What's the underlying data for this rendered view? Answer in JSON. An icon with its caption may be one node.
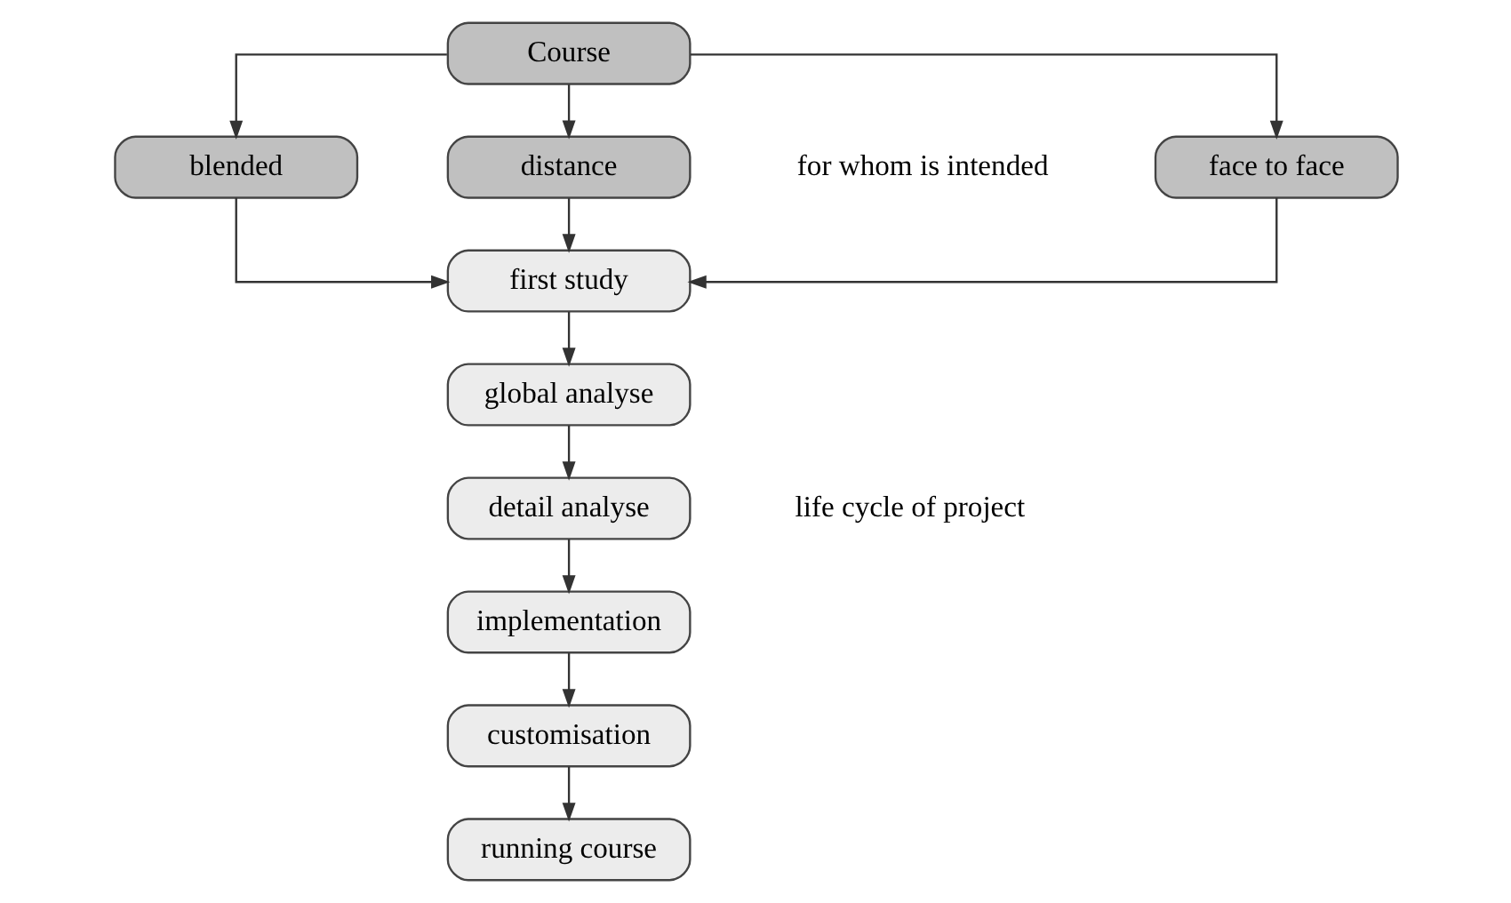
{
  "diagram": {
    "nodes": [
      {
        "text": [
          "Course"
        ]
      },
      {
        "text": [
          "face to face"
        ]
      },
      {
        "text": [
          "blended"
        ]
      },
      {
        "text": [
          "distance"
        ]
      },
      {
        "text": [
          "first study"
        ]
      },
      {
        "text": [
          "global analyse"
        ]
      },
      {
        "text": [
          "detail analyse"
        ]
      },
      {
        "text": [
          "implementation"
        ]
      },
      {
        "text": [
          "customisation"
        ]
      },
      {
        "text": [
          "running course"
        ]
      }
    ],
    "edges": [
      {
        "from": 0,
        "to": 1,
        "arrow": "to"
      },
      {
        "from": 0,
        "to": 2,
        "arrow": "to"
      },
      {
        "from": 0,
        "to": 3,
        "arrow": "to"
      },
      {
        "from": 1,
        "to": 4,
        "arrow": "to"
      },
      {
        "from": 2,
        "to": 4,
        "arrow": "to"
      },
      {
        "from": 3,
        "to": 4,
        "arrow": "to"
      },
      {
        "from": 4,
        "to": 5,
        "arrow": "to"
      },
      {
        "from": 5,
        "to": 6,
        "arrow": "to"
      },
      {
        "from": 6,
        "to": 7,
        "arrow": "to"
      },
      {
        "from": 7,
        "to": 8,
        "arrow": "to"
      },
      {
        "from": 8,
        "to": 9,
        "arrow": "to"
      }
    ],
    "labels": [
      "for whom is intended",
      "life cycle of project"
    ]
  }
}
